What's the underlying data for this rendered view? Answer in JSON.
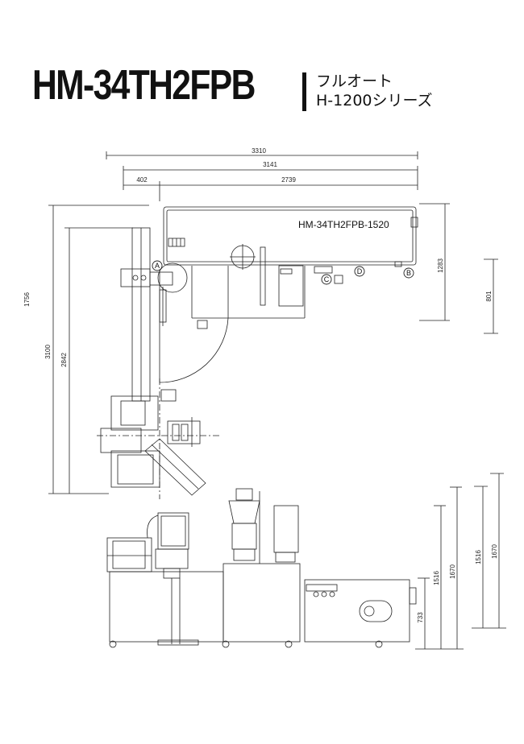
{
  "header": {
    "model": "HM-34TH2FPB",
    "subtitle_line1": "フルオート",
    "subtitle_line2": "H-1200シリーズ"
  },
  "plan_view": {
    "machine_label": "HM-34TH2FPB-1520",
    "dims_top": [
      "3310",
      "3141",
      "402",
      "2739"
    ],
    "dims_left": [
      "1756",
      "3100",
      "2842"
    ],
    "dims_right": [
      "1283",
      "801"
    ],
    "markers": [
      "A",
      "B",
      "C",
      "D"
    ]
  },
  "side_view": {
    "dims_right": [
      "1516",
      "1670",
      "1516",
      "1670"
    ],
    "dim_bottom": "733"
  }
}
